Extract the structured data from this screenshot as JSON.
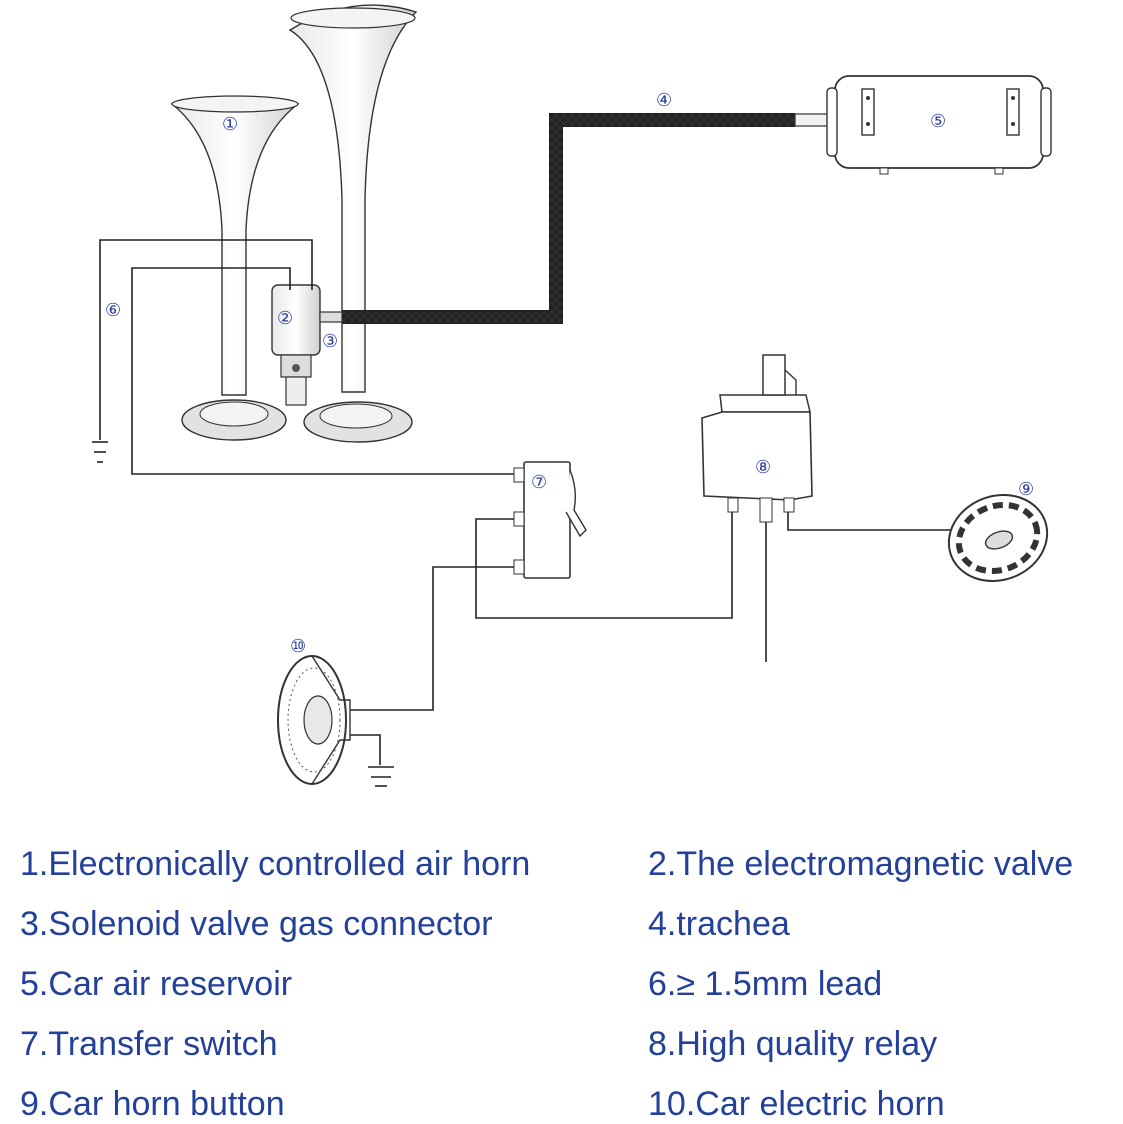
{
  "callouts": [
    "①",
    "②",
    "③",
    "④",
    "⑤",
    "⑥",
    "⑦",
    "⑧",
    "⑨",
    "⑩"
  ],
  "legend": [
    "1.Electronically controlled air horn",
    "2.The electromagnetic valve",
    "3.Solenoid valve gas connector",
    "4.trachea",
    "5.Car air reservoir",
    "6.≥ 1.5mm lead",
    "7.Transfer switch",
    "8.High quality relay",
    "9.Car horn button",
    "10.Car electric horn"
  ]
}
